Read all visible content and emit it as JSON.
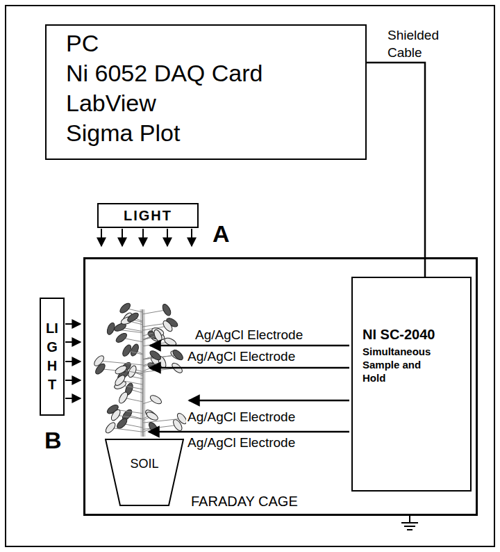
{
  "diagram": {
    "nodes": [
      {
        "text": [
          "PC",
          "Ni 6052 DAQ Card",
          "LabView",
          "Sigma Plot"
        ]
      },
      {
        "text": [
          "LIGHT"
        ]
      },
      {
        "text": [
          "FARADAY CAGE"
        ]
      },
      {
        "text": [
          "LIGHT"
        ]
      },
      {
        "text": [
          "NI SC-2040",
          "Simultaneous Sample and Hold"
        ],
        "in": 2
      },
      {
        "text": [
          "SOIL"
        ],
        "in": 2
      }
    ],
    "edges": [
      {
        "from": 0,
        "to": 4,
        "arrow": "none",
        "label": "Shielded Cable"
      }
    ],
    "labels": [
      "A",
      "B",
      "Ag/AgCl Electrode",
      "Ag/AgCl Electrode",
      "Ag/AgCl Electrode",
      "Ag/AgCl Electrode"
    ]
  }
}
